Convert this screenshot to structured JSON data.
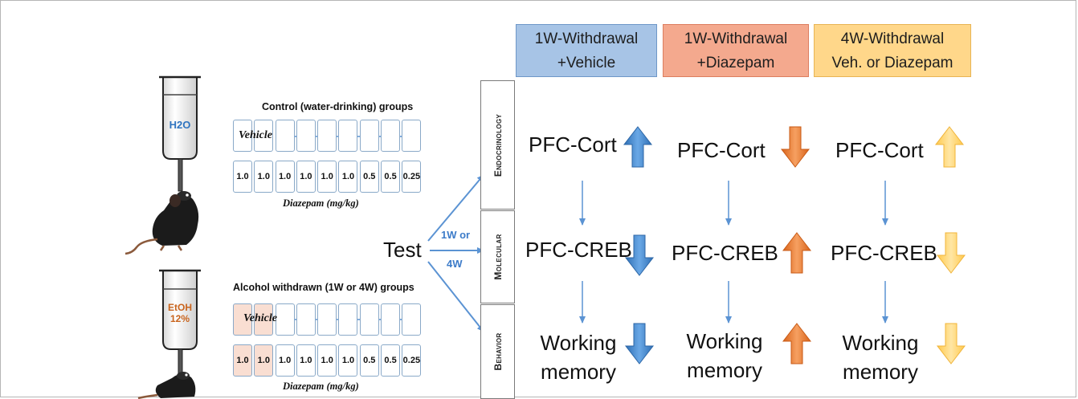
{
  "headers": [
    {
      "line1": "1W-Withdrawal",
      "line2": "+Vehicle",
      "fill": "#a7c4e6",
      "border": "#6f97c8"
    },
    {
      "line1": "1W-Withdrawal",
      "line2": "+Diazepam",
      "fill": "#f4a98e",
      "border": "#dc7e5f"
    },
    {
      "line1": "4W-Withdrawal",
      "line2": "Veh. or Diazepam",
      "fill": "#ffd78a",
      "border": "#e8b454"
    }
  ],
  "side_labels": [
    "Endocrinology",
    "Molecular",
    "Behavior"
  ],
  "control": {
    "title": "Control (water-drinking) groups",
    "bottle_label": "H2O",
    "vehicle_label": "Vehicle",
    "doses": [
      "1.0",
      "1.0",
      "1.0",
      "1.0",
      "1.0",
      "1.0",
      "0.5",
      "0.5",
      "0.25"
    ],
    "caption": "Diazepam (mg/kg)"
  },
  "alcohol": {
    "title": "Alcohol withdrawn (1W or 4W) groups",
    "bottle_label_1": "EtOH",
    "bottle_label_2": "12%",
    "vehicle_label": "Vehicle",
    "doses": [
      "1.0",
      "1.0",
      "1.0",
      "1.0",
      "1.0",
      "1.0",
      "0.5",
      "0.5",
      "0.25"
    ],
    "caption": "Diazepam (mg/kg)"
  },
  "test": {
    "label": "Test",
    "route_1": "1W or",
    "route_2": "4W"
  },
  "outcomes": {
    "cort": "PFC-Cort",
    "creb": "PFC-CREB",
    "wm_1": "Working",
    "wm_2": "memory"
  },
  "changes": [
    {
      "cort": "up",
      "creb": "down",
      "wm": "down"
    },
    {
      "cort": "down",
      "creb": "up",
      "wm": "up"
    },
    {
      "cort": "up",
      "creb": "down",
      "wm": "down"
    }
  ],
  "colors": {
    "blue_arrow": "#4a8fd3",
    "orange_arrow": "#ee7d2f",
    "yellow_arrow": "#ffd56b",
    "connector": "#5b93d3",
    "h2o_text": "#2f74c0",
    "etoh_text": "#c9641d"
  }
}
